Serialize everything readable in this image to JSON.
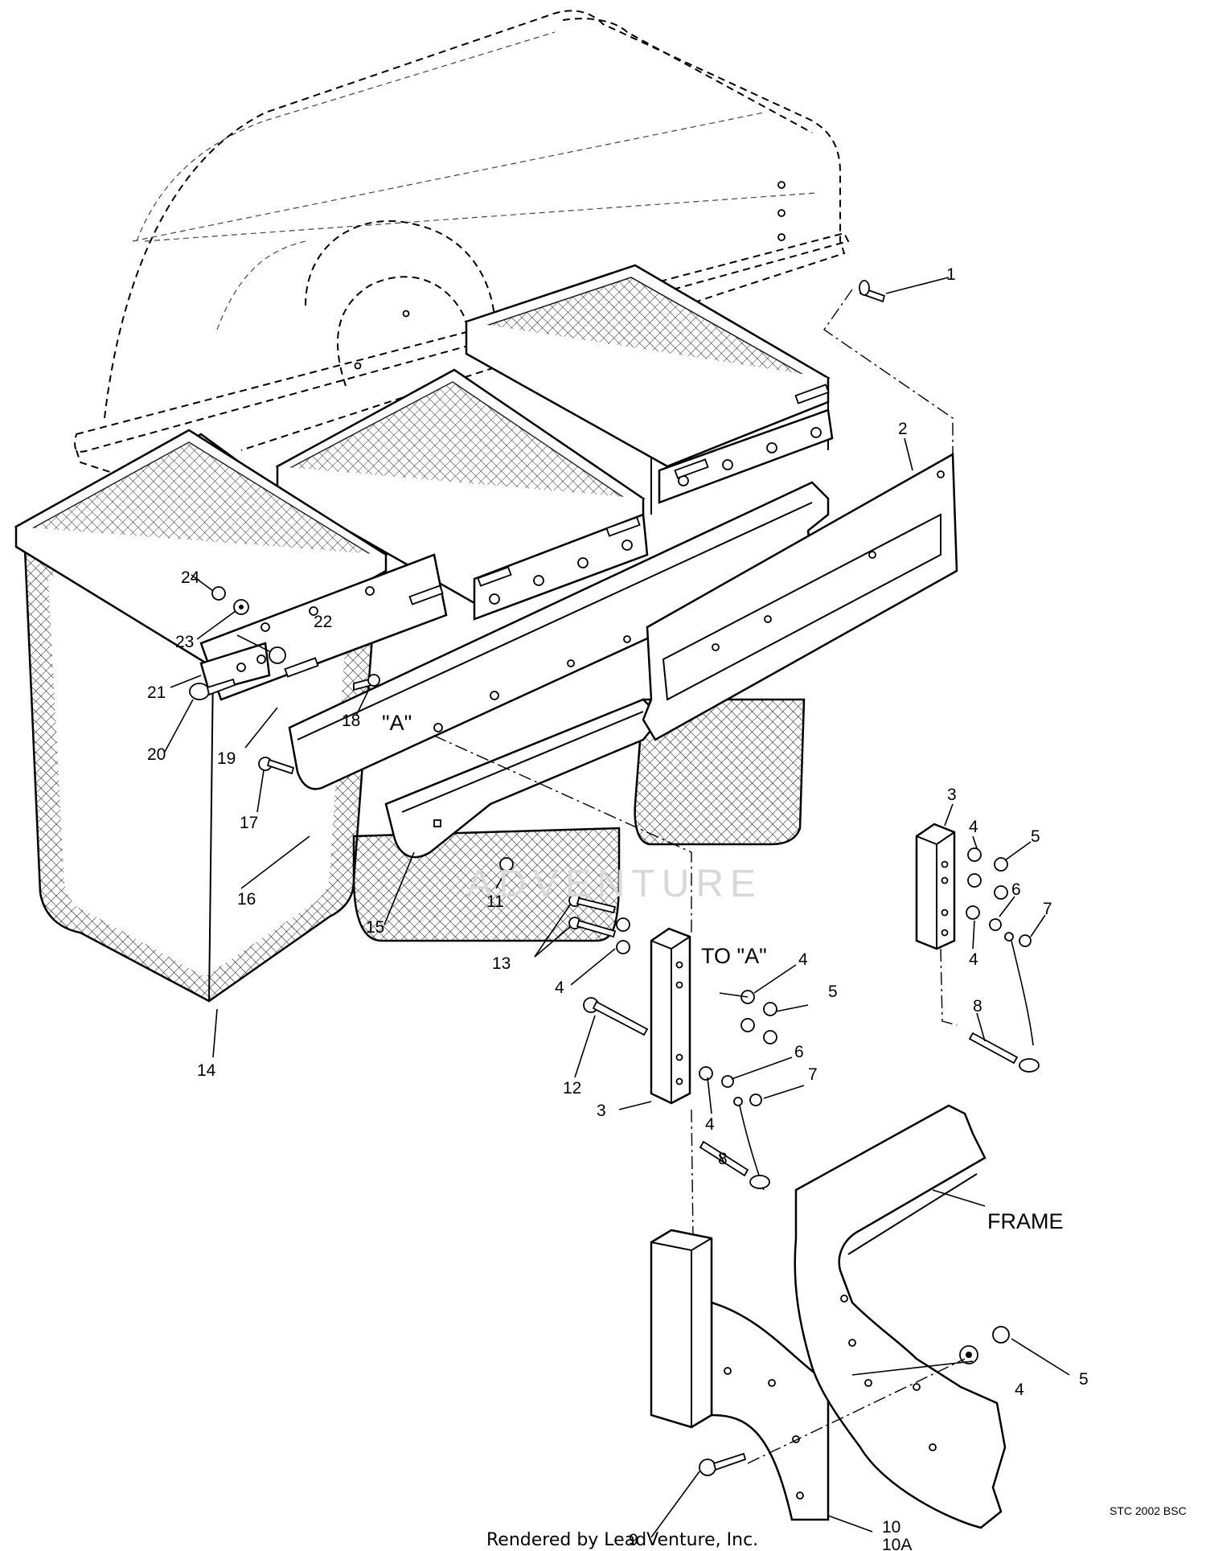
{
  "diagram": {
    "callouts": {
      "c1": "1",
      "c2": "2",
      "c3a": "3",
      "c3b": "3",
      "c4a": "4",
      "c4b": "4",
      "c4c": "4",
      "c4d": "4",
      "c4e": "4",
      "c4f": "4",
      "c5a": "5",
      "c5b": "5",
      "c5c": "5",
      "c6a": "6",
      "c6b": "6",
      "c7a": "7",
      "c7b": "7",
      "c8a": "8",
      "c8b": "8",
      "c9": "9",
      "c10": "10",
      "c10a": "10A",
      "c11": "11",
      "c12": "12",
      "c13": "13",
      "c14": "14",
      "c15": "15",
      "c16": "16",
      "c17": "17",
      "c18": "18",
      "c19": "19",
      "c20": "20",
      "c21": "21",
      "c22": "22",
      "c23": "23",
      "c24": "24"
    },
    "labels": {
      "ref_a": "\"A\"",
      "to_a": "TO \"A\"",
      "frame": "FRAME"
    },
    "drawing_code": "STC 2002 BSC",
    "watermark": "ADVENTURE",
    "footer": "Rendered by LeadVenture, Inc."
  }
}
